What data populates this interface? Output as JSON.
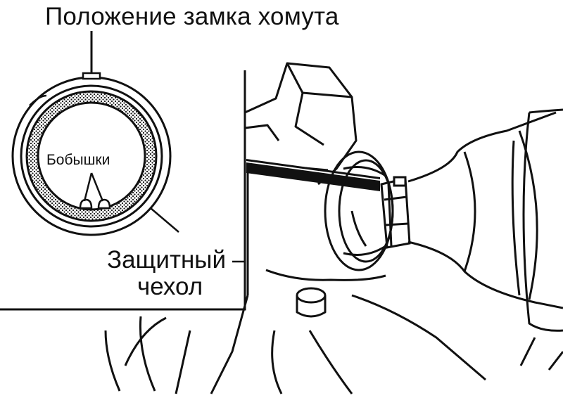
{
  "diagram": {
    "labels": {
      "clamp_lock_position": "Положение замка хомута",
      "bosses": "Бобышки",
      "boot_line1": "Защитный",
      "boot_line2": "чехол"
    }
  }
}
